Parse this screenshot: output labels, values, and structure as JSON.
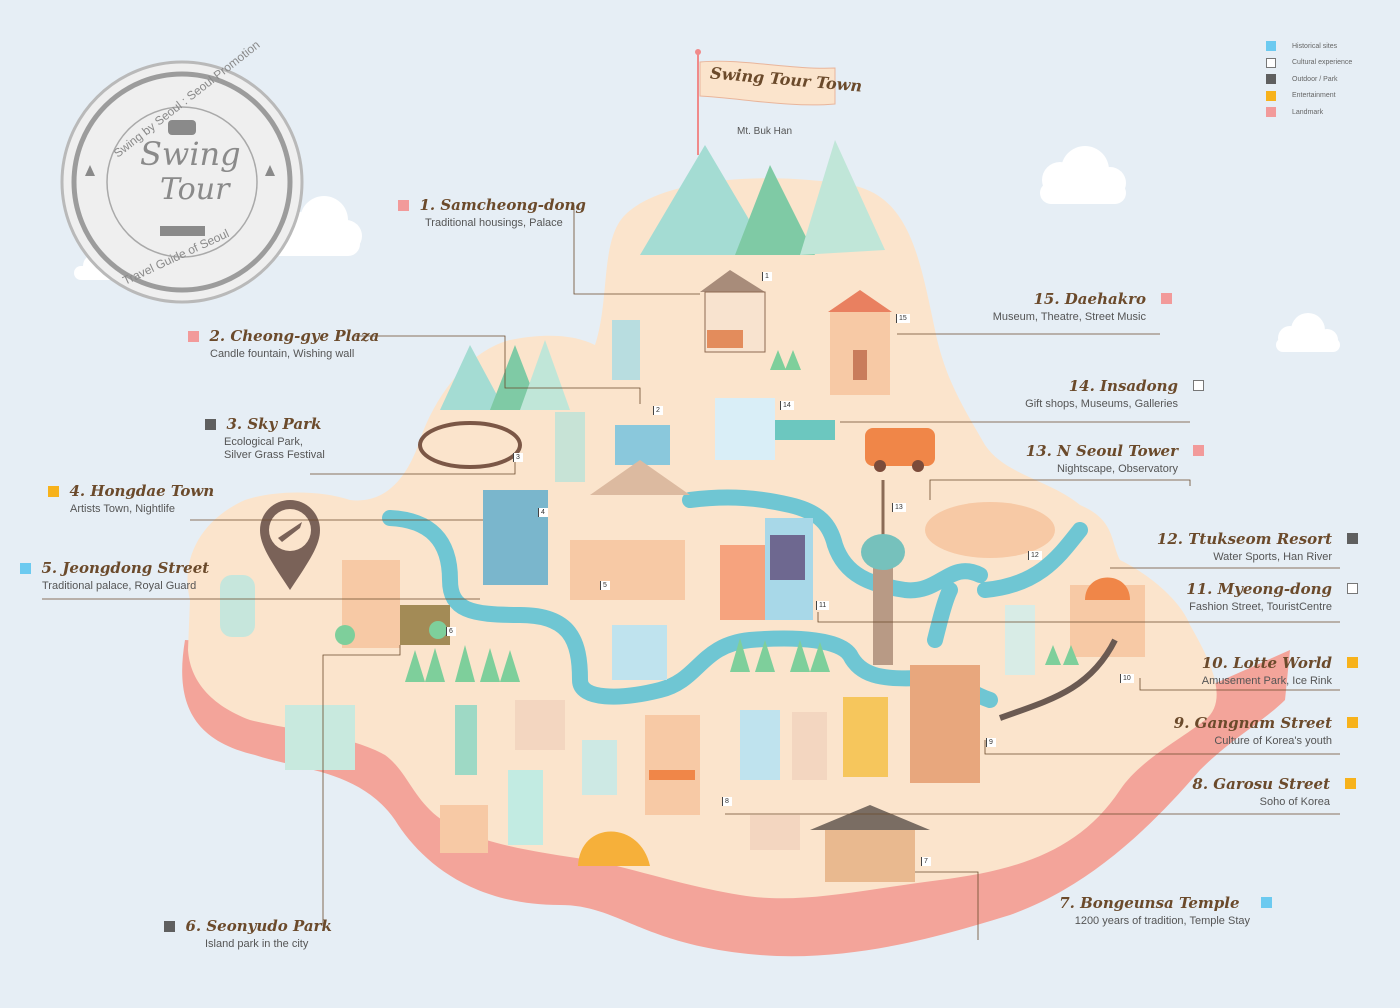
{
  "banner": {
    "title": "Swing Tour Town",
    "mountain": "Mt. Buk Han"
  },
  "seal": {
    "top_text": "Swing by Seoul : Seoul Promotion",
    "line1": "Swing",
    "line2": "Tour",
    "bottom_text": "Travel Guide of Seoul"
  },
  "legend": [
    {
      "label": "Historical sites",
      "color": "#6ccaf0"
    },
    {
      "label": "Cultural experience",
      "color": "#ffffff"
    },
    {
      "label": "Outdoor / Park",
      "color": "#5f5f5f"
    },
    {
      "label": "Entertainment",
      "color": "#f7b21b"
    },
    {
      "label": "Landmark",
      "color": "#f29a9a"
    }
  ],
  "places": [
    {
      "title": "1. Samcheong-dong",
      "sub": "Traditional housings, Palace",
      "color": "#f29a9a"
    },
    {
      "title": "2. Cheong-gye Plaza",
      "sub": "Candle fountain, Wishing wall",
      "color": "#f29a9a"
    },
    {
      "title": "3. Sky Park",
      "sub": "Ecological Park,",
      "sub2": "Silver Grass Festival",
      "color": "#5f5f5f"
    },
    {
      "title": "4. Hongdae Town",
      "sub": "Artists Town, Nightlife",
      "color": "#f7b21b"
    },
    {
      "title": "5. Jeongdong Street",
      "sub": "Traditional palace, Royal Guard",
      "color": "#6ccaf0"
    },
    {
      "title": "6. Seonyudo Park",
      "sub": "Island park in the city",
      "color": "#5f5f5f"
    },
    {
      "title": "7. Bongeunsa Temple",
      "sub": "1200 years of tradition, Temple Stay",
      "color": "#6ccaf0"
    },
    {
      "title": "8. Garosu Street",
      "sub": "Soho of Korea",
      "color": "#f7b21b"
    },
    {
      "title": "9. Gangnam Street",
      "sub": "Culture of Korea's youth",
      "color": "#f7b21b"
    },
    {
      "title": "10. Lotte World",
      "sub": "Amusement Park, Ice Rink",
      "color": "#f7b21b"
    },
    {
      "title": "11. Myeong-dong",
      "sub": "Fashion Street,  TouristCentre",
      "color": "#ffffff"
    },
    {
      "title": "12. Ttukseom Resort",
      "sub": "Water Sports, Han River",
      "color": "#5f5f5f"
    },
    {
      "title": "13. N Seoul Tower",
      "sub": "Nightscape, Observatory",
      "color": "#f29a9a"
    },
    {
      "title": "14. Insadong",
      "sub": "Gift shops, Museums, Galleries",
      "color": "#ffffff"
    },
    {
      "title": "15. Daehakro",
      "sub": "Museum, Theatre,  Street Music",
      "color": "#f29a9a"
    }
  ],
  "map_numbers": [
    "1",
    "2",
    "3",
    "4",
    "5",
    "6",
    "7",
    "8",
    "9",
    "10",
    "11",
    "12",
    "13",
    "14",
    "15"
  ]
}
